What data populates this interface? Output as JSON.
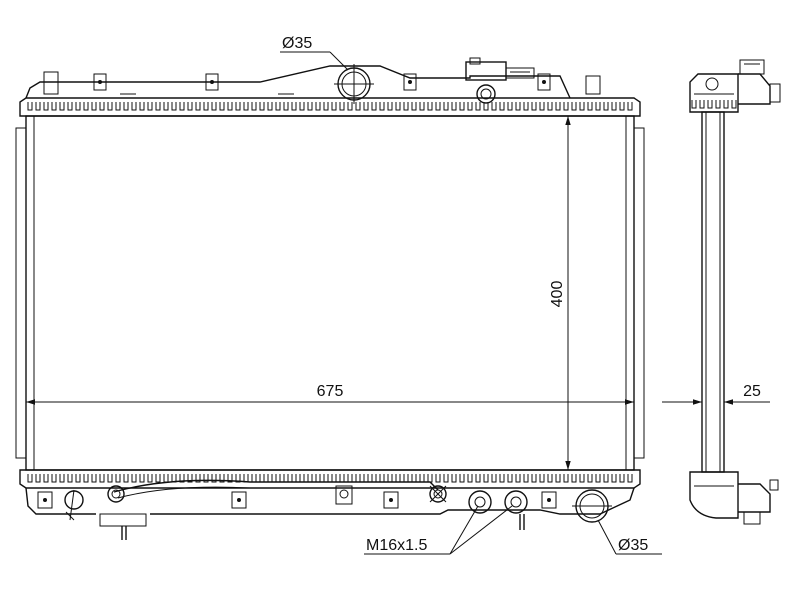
{
  "dimensions": {
    "width": "675",
    "height": "400",
    "depth": "25",
    "inlet_diameter": "Ø35",
    "outlet_diameter": "Ø35",
    "drain_thread": "M16x1.5"
  }
}
